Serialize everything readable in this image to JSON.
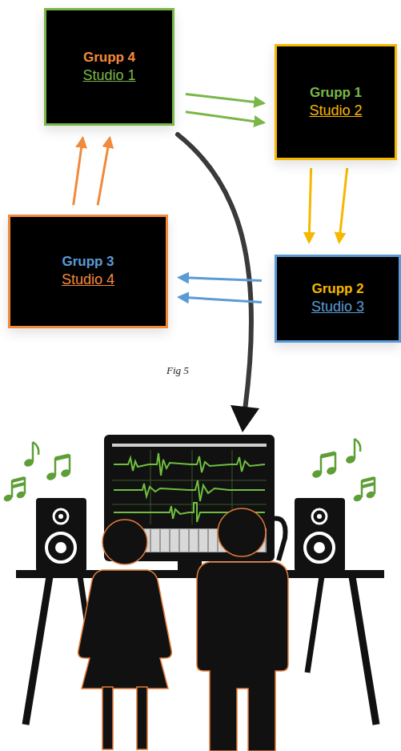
{
  "diagram": {
    "nodes": [
      {
        "text": [
          "Grupp 4",
          "Studio 1"
        ]
      },
      {
        "text": [
          "Grupp 1",
          "Studio 2"
        ]
      },
      {
        "text": [
          "Grupp 3",
          "Studio 4"
        ]
      },
      {
        "text": [
          "Grupp 2",
          "Studio 3"
        ]
      }
    ],
    "edges": [
      {
        "from": 0,
        "to": 1,
        "arrow": "to"
      },
      {
        "from": 0,
        "to": 1,
        "arrow": "to"
      },
      {
        "from": 1,
        "to": 3,
        "arrow": "to"
      },
      {
        "from": 1,
        "to": 3,
        "arrow": "to"
      },
      {
        "from": 3,
        "to": 2,
        "arrow": "to"
      },
      {
        "from": 3,
        "to": 2,
        "arrow": "to"
      },
      {
        "from": 2,
        "to": 0,
        "arrow": "to"
      },
      {
        "from": 2,
        "to": 0,
        "arrow": "to"
      }
    ],
    "labels": [
      "Fig 5"
    ]
  }
}
